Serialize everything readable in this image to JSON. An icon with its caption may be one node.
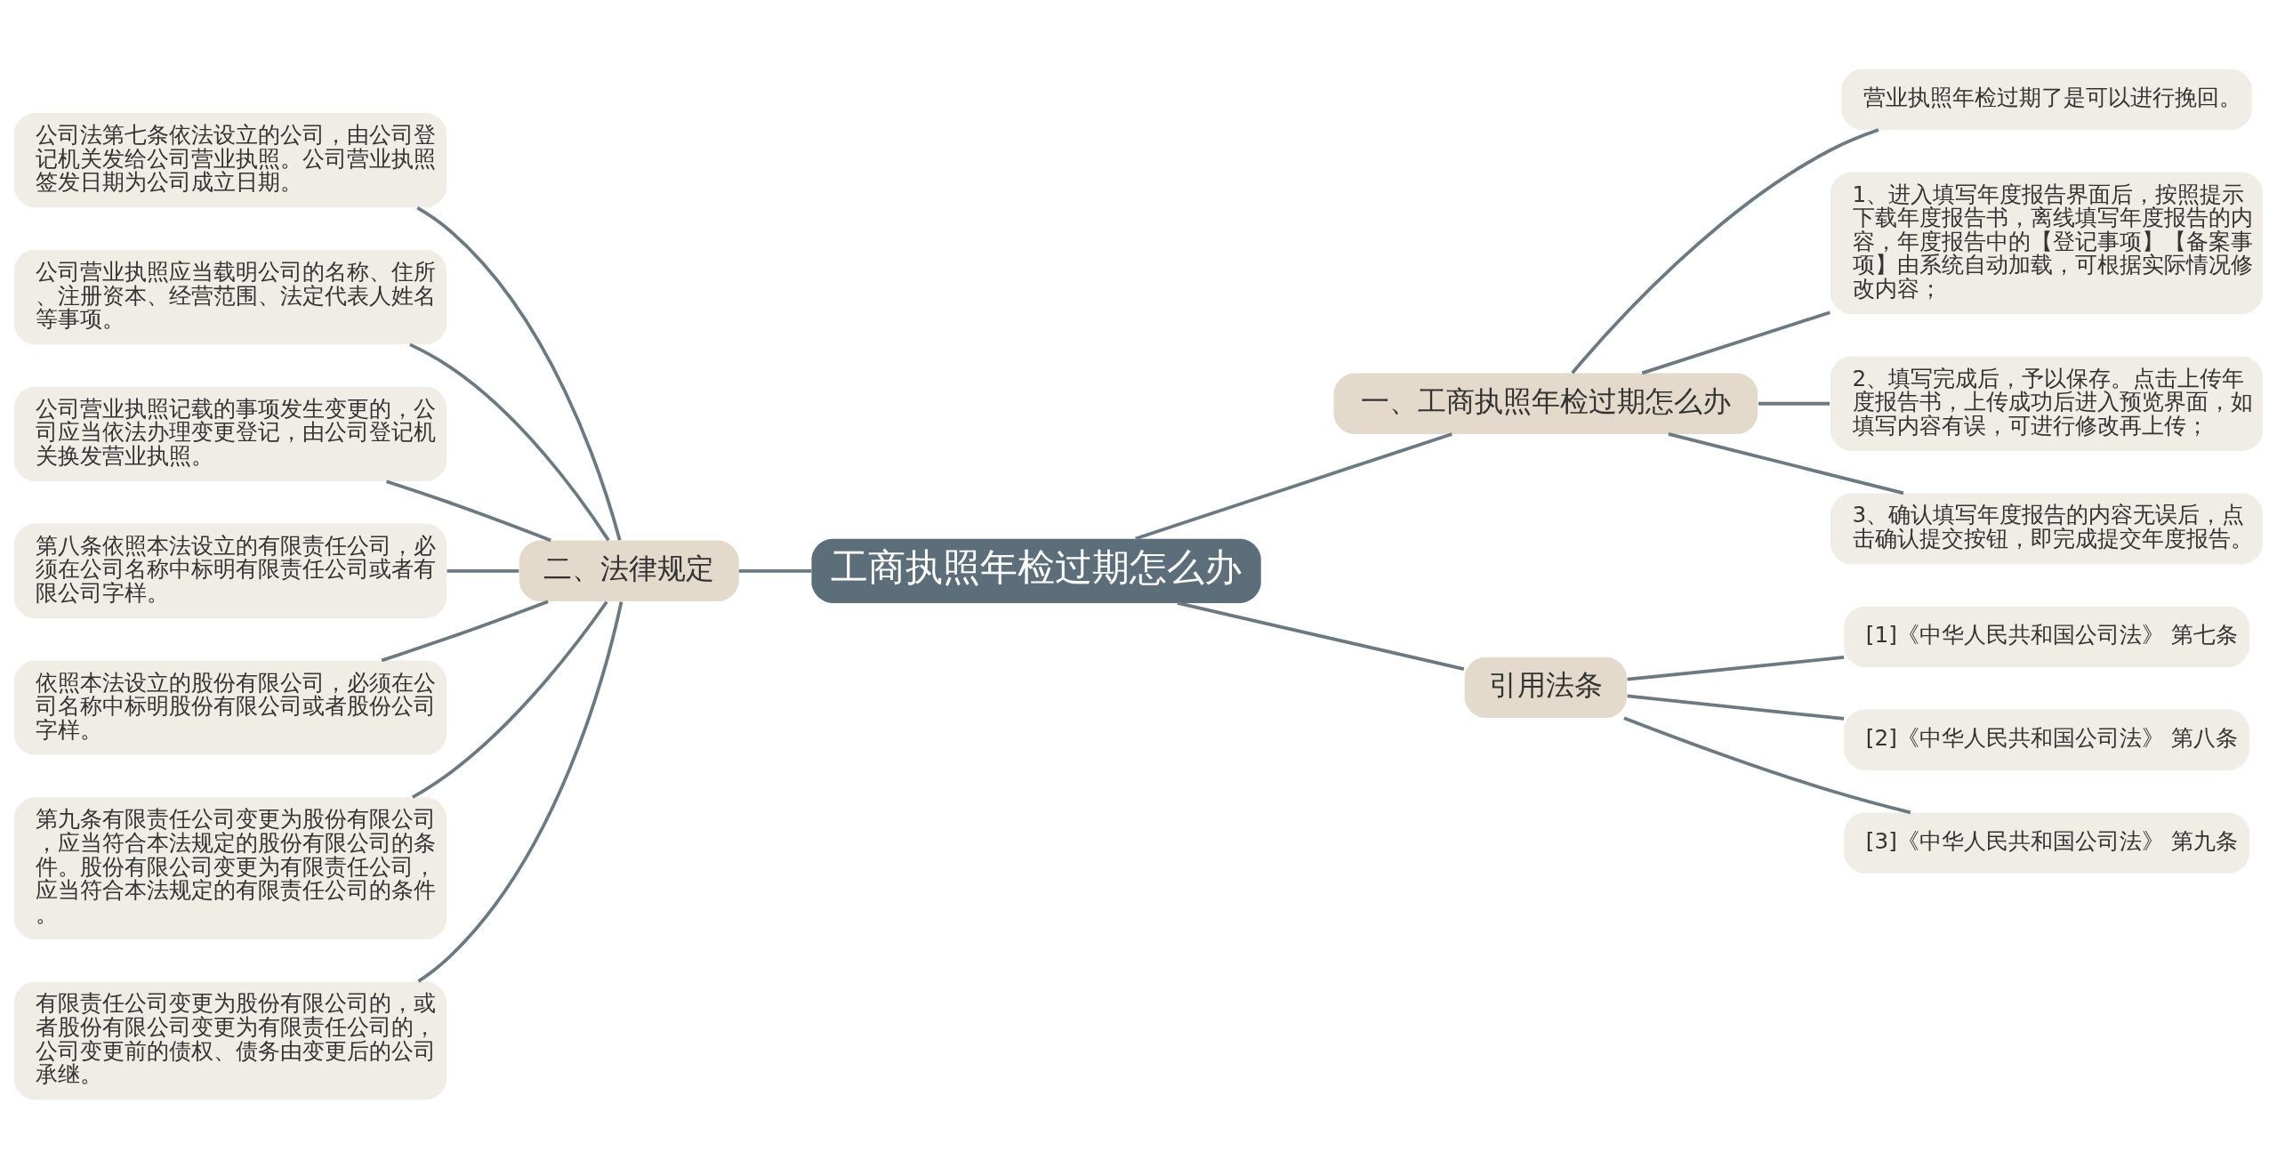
{
  "diagram": {
    "nodes": [
      {
        "text": [
          "工商执照年检过期怎么办"
        ]
      },
      {
        "text": [
          "一、工商执照年检过期怎么办"
        ]
      },
      {
        "text": [
          "营业执照年检过期了是可以进行挽回。"
        ]
      },
      {
        "text": [
          "1、进入填写年度报告界面后，按照提示下载年度报告书，离线填写年度报告的内容，年度报告中的【登记事项】【备案事项】由系统自动加载，可根据实际情况修改内容；"
        ]
      },
      {
        "text": [
          "2、填写完成后，予以保存。点击上传年度报告书，上传成功后进入预览界面，如填写内容有误，可进行修改再上传；"
        ]
      },
      {
        "text": [
          "3、确认填写年度报告的内容无误后，点击确认提交按钮，即完成提交年度报告。"
        ]
      },
      {
        "text": [
          "引用法条"
        ]
      },
      {
        "text": [
          "[1]《中华人民共和国公司法》 第七条"
        ]
      },
      {
        "text": [
          "[2]《中华人民共和国公司法》 第八条"
        ]
      },
      {
        "text": [
          "[3]《中华人民共和国公司法》 第九条"
        ]
      },
      {
        "text": [
          "二、法律规定"
        ]
      },
      {
        "text": [
          "公司法第七条依法设立的公司，由公司登记机关发给公司营业执照。公司营业执照签发日期为公司成立日期。"
        ]
      },
      {
        "text": [
          "公司营业执照应当载明公司的名称、住所、注册资本、经营范围、法定代表人姓名等事项。"
        ]
      },
      {
        "text": [
          "公司营业执照记载的事项发生变更的，公司应当依法办理变更登记，由公司登记机关换发营业执照。"
        ]
      },
      {
        "text": [
          "第八条依照本法设立的有限责任公司，必须在公司名称中标明有限责任公司或者有限公司字样。"
        ]
      },
      {
        "text": [
          "依照本法设立的股份有限公司，必须在公司名称中标明股份有限公司或者股份公司字样。"
        ]
      },
      {
        "text": [
          "第九条有限责任公司变更为股份有限公司，应当符合本法规定的股份有限公司的条件。股份有限公司变更为有限责任公司，应当符合本法规定的有限责任公司的条件。"
        ]
      },
      {
        "text": [
          "有限责任公司变更为股份有限公司的，或者股份有限公司变更为有限责任公司的，公司变更前的债权、债务由变更后的公司承继。"
        ]
      }
    ],
    "edges": [
      {
        "from": 0,
        "to": 1,
        "arrow": "none"
      },
      {
        "from": 1,
        "to": 2,
        "arrow": "none"
      },
      {
        "from": 1,
        "to": 3,
        "arrow": "none"
      },
      {
        "from": 1,
        "to": 4,
        "arrow": "none"
      },
      {
        "from": 1,
        "to": 5,
        "arrow": "none"
      },
      {
        "from": 0,
        "to": 6,
        "arrow": "none"
      },
      {
        "from": 6,
        "to": 7,
        "arrow": "none"
      },
      {
        "from": 6,
        "to": 8,
        "arrow": "none"
      },
      {
        "from": 6,
        "to": 9,
        "arrow": "none"
      },
      {
        "from": 0,
        "to": 10,
        "arrow": "none"
      },
      {
        "from": 10,
        "to": 11,
        "arrow": "none"
      },
      {
        "from": 10,
        "to": 12,
        "arrow": "none"
      },
      {
        "from": 10,
        "to": 13,
        "arrow": "none"
      },
      {
        "from": 10,
        "to": 14,
        "arrow": "none"
      },
      {
        "from": 10,
        "to": 15,
        "arrow": "none"
      },
      {
        "from": 10,
        "to": 16,
        "arrow": "none"
      },
      {
        "from": 10,
        "to": 17,
        "arrow": "none"
      }
    ]
  }
}
